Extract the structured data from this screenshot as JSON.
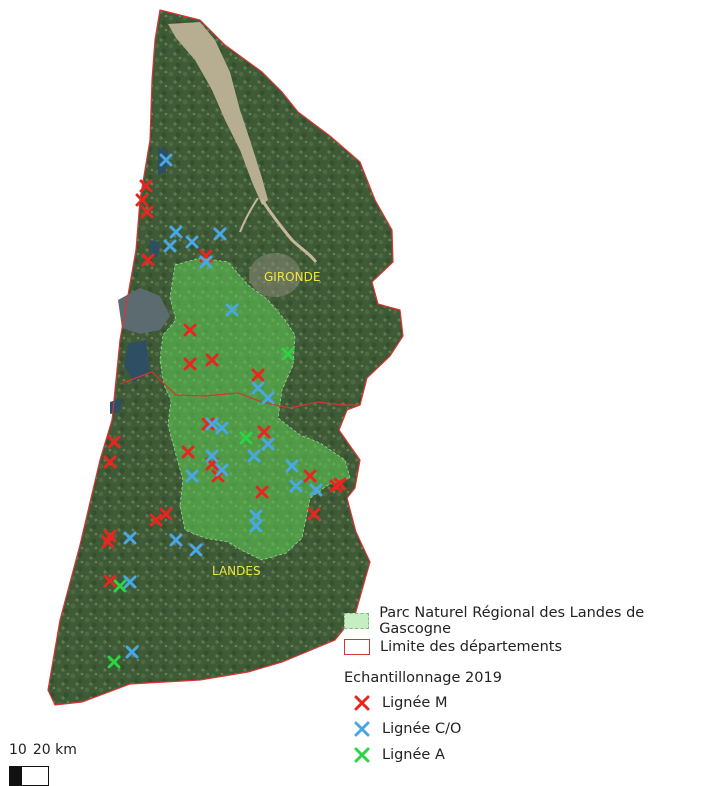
{
  "labels": {
    "gironde": "GIRONDE",
    "landes": "LANDES"
  },
  "legend": {
    "park": "Parc Naturel Régional des Landes de Gascogne",
    "dept_limits": "Limite des départements",
    "sampling_title": "Echantillonnage 2019",
    "lineage_m": "Lignée M",
    "lineage_co": "Lignée C/O",
    "lineage_a": "Lignée A"
  },
  "scale": {
    "label_10": "10",
    "label_20": "20 km"
  },
  "colors": {
    "lineage_m": "#e8251f",
    "lineage_co": "#4aa7e6",
    "lineage_a": "#2bd443",
    "dept_border": "#d93434",
    "park_fill": "#5fcf58"
  },
  "icons": {
    "sample_marker": "cross-icon"
  }
}
